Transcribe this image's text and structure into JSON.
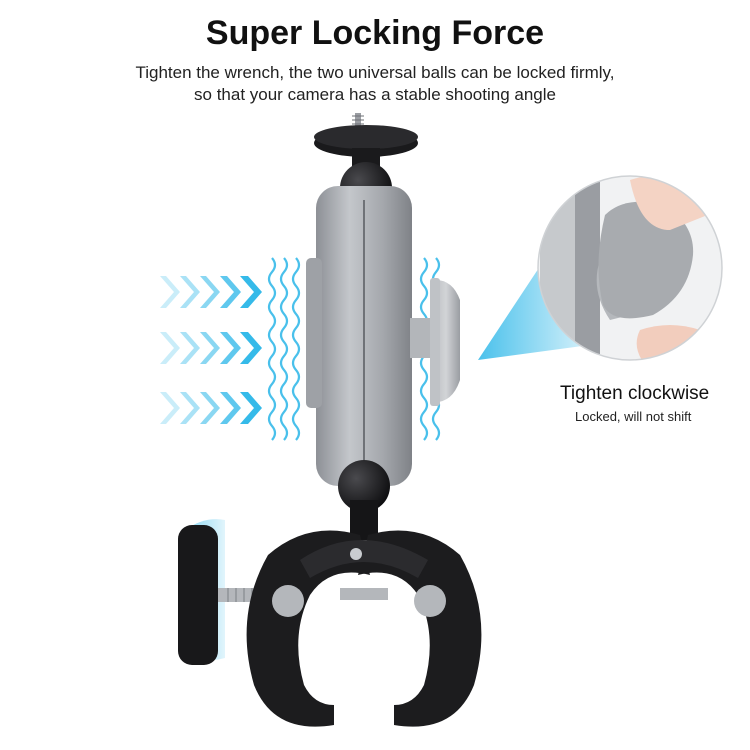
{
  "header": {
    "title": "Super Locking Force",
    "subtitle_line1": "Tighten the wrench, the two universal balls can be locked firmly,",
    "subtitle_line2": "so that your camera has a stable shooting angle"
  },
  "callout": {
    "label": "Tighten clockwise",
    "sublabel": "Locked, will not shift"
  },
  "colors": {
    "accent": "#2ab6e8",
    "metal": "#a9acb0",
    "clamp": "#1c1c1e"
  },
  "icons": [
    "arrow-chevrons-icon",
    "vibration-waves-icon"
  ]
}
